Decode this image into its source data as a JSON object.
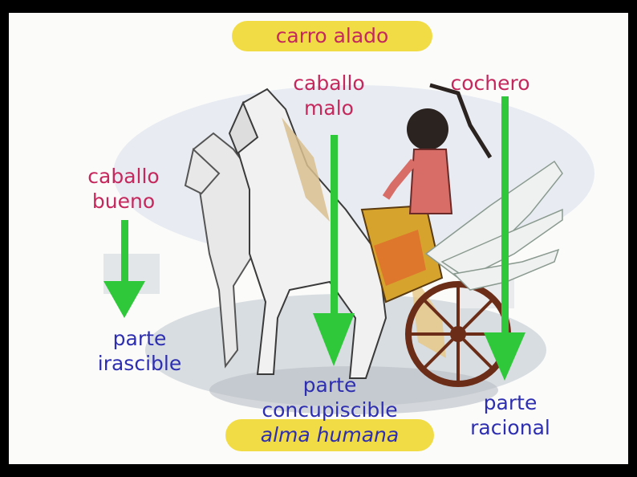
{
  "title": "carro alado",
  "footer": "alma humana",
  "labels": {
    "good_horse": [
      "caballo",
      "bueno"
    ],
    "bad_horse": [
      "caballo",
      "malo"
    ],
    "charioteer": "cochero",
    "irascible": [
      "parte",
      "irascible"
    ],
    "concupiscible": [
      "parte",
      "concupiscible"
    ],
    "racional": [
      "parte",
      "racional"
    ]
  },
  "colors": {
    "label_red": "#c4285c",
    "label_blue": "#2e2fb0",
    "arrow_green": "#2fc83b",
    "banner_yellow": "#f2dc45"
  }
}
